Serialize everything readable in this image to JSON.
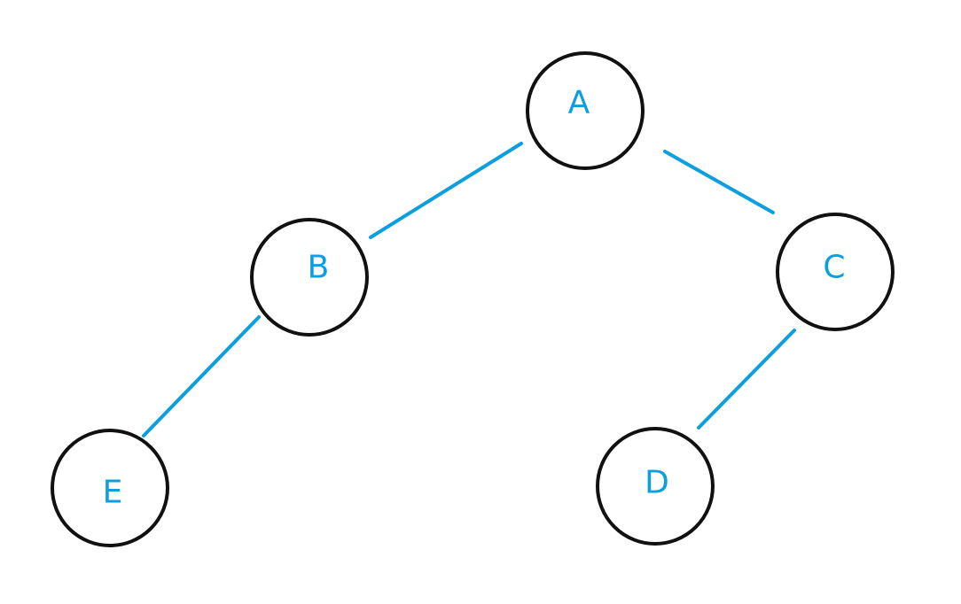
{
  "colors": {
    "edge": "#0b9fe0",
    "label": "#0b9fe0",
    "node_outline": "#111111",
    "background": "#ffffff"
  },
  "tree": {
    "nodes": [
      {
        "id": "A",
        "label": "A"
      },
      {
        "id": "B",
        "label": "B"
      },
      {
        "id": "C",
        "label": "C"
      },
      {
        "id": "E",
        "label": "E"
      },
      {
        "id": "D",
        "label": "D"
      }
    ],
    "edges": [
      {
        "from": "A",
        "to": "B"
      },
      {
        "from": "A",
        "to": "C"
      },
      {
        "from": "B",
        "to": "E"
      },
      {
        "from": "C",
        "to": "D"
      }
    ]
  }
}
